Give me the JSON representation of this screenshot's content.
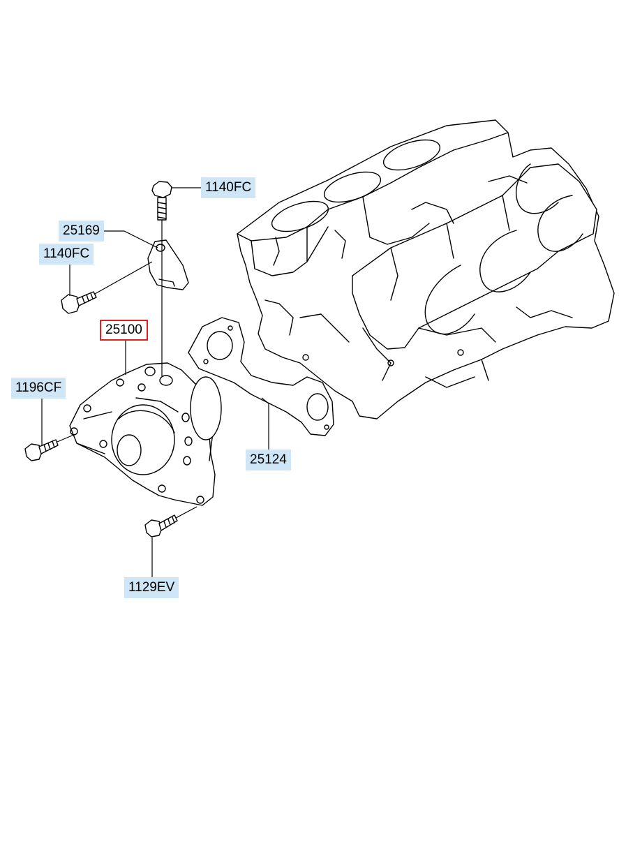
{
  "labels": [
    {
      "key": "bolt_top",
      "text": "1140FC"
    },
    {
      "key": "bracket",
      "text": "25169"
    },
    {
      "key": "bolt_left",
      "text": "1140FC"
    },
    {
      "key": "water_pump",
      "text": "25100"
    },
    {
      "key": "bolt_side",
      "text": "1196CF"
    },
    {
      "key": "gasket",
      "text": "25124"
    },
    {
      "key": "bolt_bottom",
      "text": "1129EV"
    }
  ],
  "selected_part": "25100",
  "colors": {
    "label_bg": "#cfe6f7",
    "selected_border": "#e02020",
    "line": "#000000"
  }
}
